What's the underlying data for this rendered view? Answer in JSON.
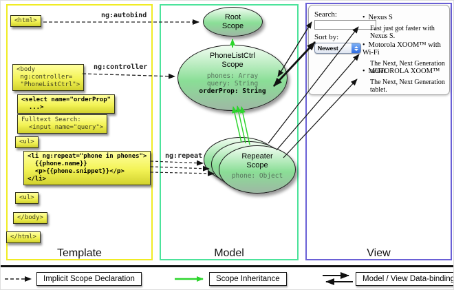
{
  "colors": {
    "template_border": "#f0ec24",
    "model_border": "#4ce39b",
    "view_border": "#6a60d6",
    "arrow_green": "#2cd52c",
    "arrow_black": "#111111",
    "code_box_yellow": "#f3f356",
    "scope_green": "#8ade96"
  },
  "columns": {
    "template": "Template",
    "model": "Model",
    "view": "View"
  },
  "labels": {
    "ng_autobind": "ng:autobind",
    "ng_controller": "ng:controller",
    "ng_repeat": "ng:repeat"
  },
  "template_code": {
    "html_open": "<html>",
    "body_open": "<body\n ng:controller=\n \"PhoneListCtrl\">",
    "select_box": "<select name=\"orderProp\"\n  ...>",
    "fulltext_box": "Fulltext Search:\n  <input name=\"query\">",
    "ul_open": "<ul>",
    "li_box": "<li ng:repeat=\"phone in phones\">\n  {{phone.name}}\n  <p>{{phone.snippet}}</p>\n</li>",
    "ul_close": "<ul>",
    "body_close": "</body>",
    "html_close": "</html>"
  },
  "model": {
    "root_scope_title": "Root\nScope",
    "ctrl_scope_title": "PhoneListCtrl\nScope",
    "ctrl_scope_props": "phones: Array\nquery: String",
    "ctrl_scope_prop_bold": "orderProp: String",
    "repeater_scope_title": "Repeater\nScope",
    "repeater_scope_prop": "phone: Object"
  },
  "view": {
    "search_label": "Search:",
    "search_value": "",
    "sort_label": "Sort by:",
    "sort_value": "Newest",
    "items": [
      {
        "title": "Nexus S",
        "desc": "Fast just got faster with Nexus S."
      },
      {
        "title": "Motorola XOOM™ with Wi-Fi",
        "desc": "The Next, Next Generation tablet."
      },
      {
        "title": "MOTOROLA XOOM™",
        "desc": "The Next, Next Generation tablet."
      }
    ]
  },
  "legend": {
    "implicit": "Implicit Scope Declaration",
    "inheritance": "Scope Inheritance",
    "databinding": "Model / View Data-binding"
  }
}
